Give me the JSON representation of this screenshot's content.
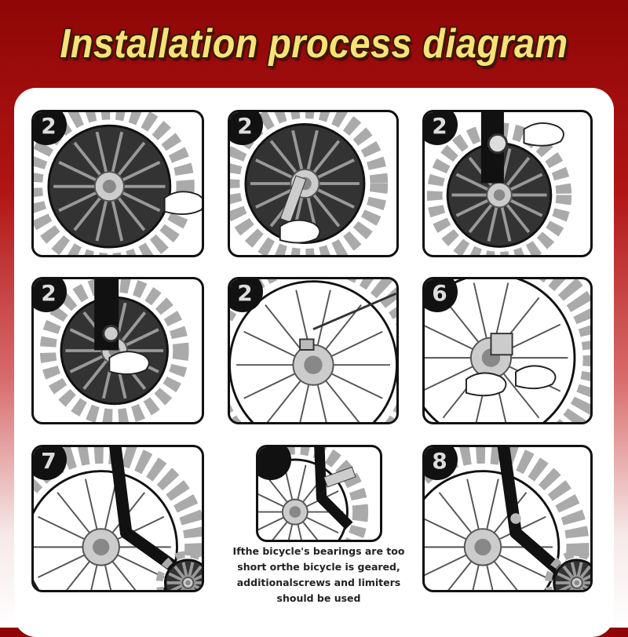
{
  "title": "Installation process diagram",
  "steps": [
    {
      "badge": "2",
      "scene": "wheel-hub"
    },
    {
      "badge": "2",
      "scene": "axle-insert"
    },
    {
      "badge": "2",
      "scene": "bracket-washer"
    },
    {
      "badge": "2",
      "scene": "bracket-nut"
    },
    {
      "badge": "2",
      "scene": "frame-nut"
    },
    {
      "badge": "6",
      "scene": "frame-plate"
    },
    {
      "badge": "7",
      "scene": "support-arm"
    },
    {
      "badge": "",
      "scene": "limiter-detail"
    },
    {
      "badge": "8",
      "scene": "support-arm-fixed"
    }
  ],
  "note": "Ifthe bicycle's bearings are too short orthe bicycle is geared, additionalscrews and limiters should be used"
}
